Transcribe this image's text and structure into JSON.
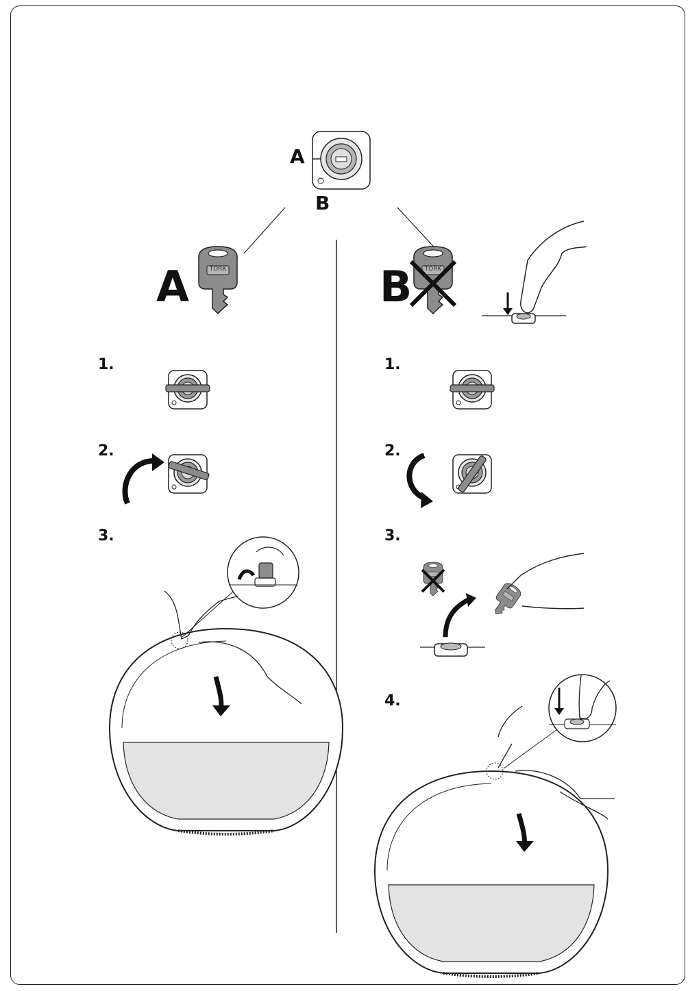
{
  "lock": {
    "label_a": "A",
    "label_b": "B"
  },
  "options": {
    "a": {
      "label": "A",
      "key_brand": "TORK"
    },
    "b": {
      "label": "B",
      "key_brand": "TORK"
    }
  },
  "left_steps": [
    "1.",
    "2.",
    "3."
  ],
  "right_steps": [
    "1.",
    "2.",
    "3.",
    "4."
  ],
  "colors": {
    "line": "#222222",
    "key_fill": "#8c8c8c",
    "lock_fill": "#bcbcbc",
    "paper_fill": "#e3e3e3"
  }
}
